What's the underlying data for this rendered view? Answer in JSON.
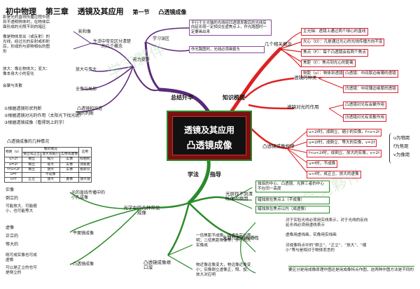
{
  "header": {
    "subject": "初中物理",
    "chapter": "第三章",
    "title": "透镜及其应用",
    "section": "第一节",
    "section_title": "凸透镜成像"
  },
  "center": {
    "line1": "透镜及其应用",
    "line2": "凸透镜成像"
  },
  "branches": {
    "summary": "总结升华",
    "knowledge": "知识梳理",
    "method": "学法",
    "guide": "指导"
  },
  "summary": {
    "ability": "能力提升",
    "misunderstanding": "学习误区",
    "nodes": [
      {
        "label": "生活中常见区分清楚的几个概念",
        "children": [
          {
            "label": "影和像",
            "desc": "影是光的直线传播过程中遇到不透明物体时，在物体后面形成的光照不到的暗区"
          },
          {
            "label": "",
            "desc": "像是物体发出（或反射）的光线，经过光的反射或折射后，形成的与原物相似的图形"
          }
        ]
      },
      {
        "label": "放大与变大",
        "desc": "放大：像比物体大；变大：像本身大小的变化"
      },
      {
        "label": "全像与局部",
        "desc": "会聚与发散"
      },
      {
        "label": "凸透镜和凹透镜的判断",
        "items": [
          "①根据透镜形状判断",
          "②根据透镜对光的作用（太阳光下找光斑）",
          "③根据透镜成像（看得到上的字）"
        ]
      }
    ],
    "errors": [
      "平行于主光轴的光线经凹透镜发散后的光线反向延长线一定相交在虚焦点上，作光路图时一定要画出来",
      "作光路图时，光线必须画箭头"
    ]
  },
  "table": {
    "caption": "凸透镜成像的几种情况",
    "headers": [
      "物距（u）",
      "像的情况",
      "应用"
    ],
    "subheaders": [
      "倒立或正立",
      "放大或缩小",
      "实像或虚像"
    ],
    "rows": [
      [
        "u>2f",
        "倒立",
        "缩小",
        "实像",
        "照相机"
      ],
      [
        "u=2f",
        "倒立",
        "等大",
        "实像",
        "测焦距"
      ],
      [
        "f<u<2f",
        "倒立",
        "放大",
        "实像",
        "投影仪"
      ],
      [
        "u=f",
        "",
        "不成像",
        "",
        ""
      ],
      [
        "u<f",
        "正立",
        "放大",
        "虚像",
        "放大镜"
      ]
    ]
  },
  "knowledge": {
    "concepts": {
      "label": "几个相关概念",
      "items": [
        "主光轴：透镜上通过两个球心的直线",
        "光心（O）：凡是通过光心的光线传播方向不变",
        "焦点（F）：每个凸透镜会有两个焦点",
        "焦距（f）：焦点到光心的距离",
        "物距（u）：物体到透镜的距离"
      ]
    },
    "types": {
      "label": "透镜的种类",
      "items": [
        "凸透镜：中间厚边缘薄的透镜",
        "凹透镜：中间薄边缘厚的透镜"
      ]
    },
    "effects": {
      "label": "透镜对光的作用",
      "items": [
        "凸透镜对光有会聚作用",
        "凹透镜对光有发散作用"
      ]
    },
    "rules": {
      "label": "凸透镜成像规律",
      "items": [
        "u>2f时，成倒立、缩小的实像，f<v<2f",
        "u=2f时，成倒立、等大的实像，v=2f",
        "f<u<2f时，成倒立、放大的实像，v>2f",
        "u=f时，不成像",
        "u<f时，成正立、放大的虚像"
      ],
      "legend": [
        "u为物距",
        "f为焦距",
        "v为像距"
      ]
    }
  },
  "method": {
    "optics": {
      "label": "光学中的几种常见成像",
      "items": [
        {
          "label": "光的直线传播中的小孔成像",
          "desc": [
            "实像",
            "倒立的",
            "可能放大、可能缩小，也可能等大"
          ]
        },
        {
          "label": "平面镜成像",
          "desc": [
            "虚像",
            "正立的",
            "等大的"
          ]
        },
        {
          "label": "凸透镜成像",
          "desc": [
            "既可成实像也可成虚像",
            "可以是正立的也可是倒立的"
          ]
        }
      ]
    },
    "rhyme": {
      "label": "凸透镜成像顺口溜",
      "items": [
        "一倍焦距不成像，内虚外实分界明；二倍焦距物像等，外小内大实像成",
        "物近像远像变大，物远像近像变小；实像倒立虚像正，照、投、放大对应明"
      ]
    },
    "screen": {
      "label": "光屏找不到清晰像的原因",
      "items": [
        "烛焰的中心、凸透镜、光屏三者的中心不在同一高度",
        "蜡烛放在焦点上（不成像）",
        "蜡烛放在焦点以内（成虚像）"
      ]
    },
    "ray": {
      "label": "光路作图的规范性",
      "items": [
        "对于实验光线必须用实线表示，对于光线的反向延长线必须用虚线表示",
        "虚像用虚线画，实像用实线画",
        "对成像特点中的“倒立”、“正立”、“放大”、“缩小”等与是相对于物体而言的"
      ]
    },
    "note": "要区分是用成像原理作图还是用成像特点作图，这两种作图方法是不同的"
  },
  "watermark": "学习夥伴"
}
